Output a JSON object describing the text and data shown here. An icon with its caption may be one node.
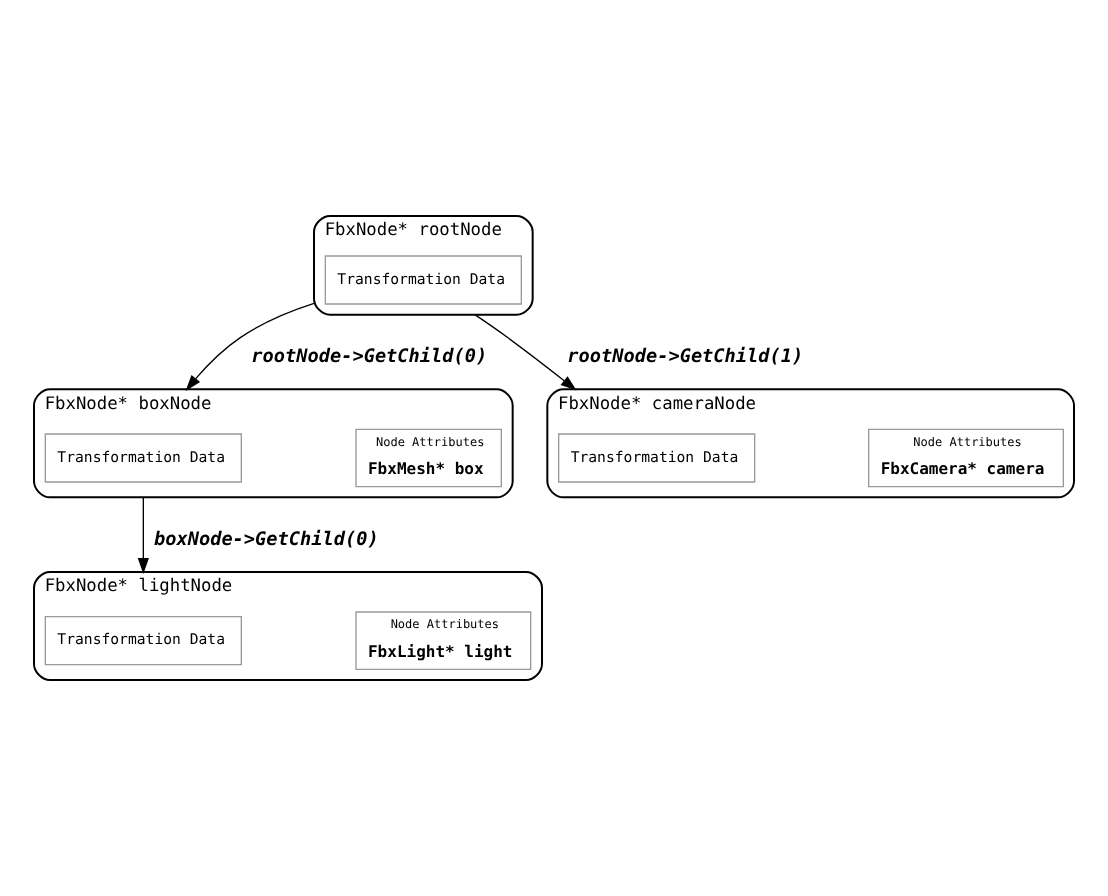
{
  "diagram": {
    "nodes": [
      {
        "text": [
          "FbxNode* rootNode"
        ]
      },
      {
        "text": [
          "Transformation Data"
        ],
        "in": 0
      },
      {
        "text": [
          "FbxNode* boxNode"
        ]
      },
      {
        "text": [
          "Transformation Data"
        ],
        "in": 2
      },
      {
        "text": [
          "Node Attributes",
          "FbxMesh* box"
        ],
        "in": 2
      },
      {
        "text": [
          "FbxNode* cameraNode"
        ]
      },
      {
        "text": [
          "Transformation Data"
        ],
        "in": 5
      },
      {
        "text": [
          "Node Attributes",
          "FbxCamera* camera"
        ],
        "in": 5
      },
      {
        "text": [
          "FbxNode* lightNode"
        ]
      },
      {
        "text": [
          "Transformation Data"
        ],
        "in": 8
      },
      {
        "text": [
          "Node Attributes",
          "FbxLight* light"
        ],
        "in": 8
      }
    ],
    "edges": [
      {
        "from": 0,
        "to": 2,
        "arrow": "to",
        "label": "rootNode->GetChild(0)"
      },
      {
        "from": 0,
        "to": 5,
        "arrow": "to",
        "label": "rootNode->GetChild(1)"
      },
      {
        "from": 2,
        "to": 8,
        "arrow": "to",
        "label": "boxNode->GetChild(0)"
      }
    ]
  }
}
